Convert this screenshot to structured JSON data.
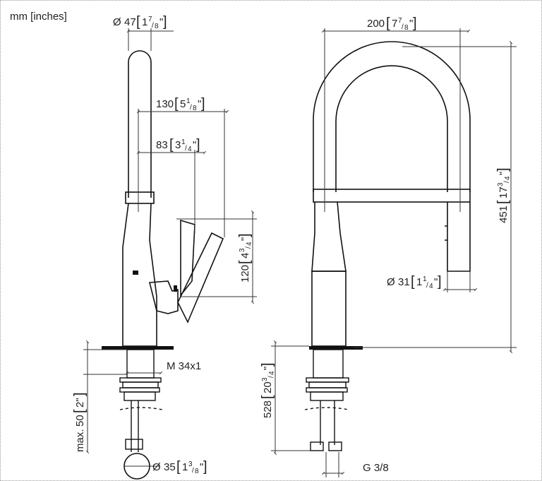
{
  "units_label": "mm [inches]",
  "dimensions": {
    "diameter_top": {
      "mm": "47",
      "in_whole": "1",
      "in_num": "7",
      "in_den": "8"
    },
    "reach_130": {
      "mm": "130",
      "in_whole": "5",
      "in_num": "1",
      "in_den": "8"
    },
    "reach_83": {
      "mm": "83",
      "in_whole": "3",
      "in_num": "1",
      "in_den": "4"
    },
    "lever_height": {
      "mm": "120",
      "in_whole": "4",
      "in_num": "3",
      "in_den": "4"
    },
    "thread": "M 34x1",
    "max_thickness": {
      "prefix": "max.",
      "mm": "50",
      "inches": "2\""
    },
    "hole_diameter": {
      "mm": "35",
      "in_whole": "1",
      "in_num": "3",
      "in_den": "8"
    },
    "width_200": {
      "mm": "200",
      "in_whole": "7",
      "in_num": "7",
      "in_den": "8"
    },
    "height_451": {
      "mm": "451",
      "in_whole": "17",
      "in_num": "3",
      "in_den": "4"
    },
    "spray_diameter": {
      "mm": "31",
      "in_whole": "1",
      "in_num": "1",
      "in_den": "4"
    },
    "total_528": {
      "mm": "528",
      "in_whole": "20",
      "in_num": "3",
      "in_den": "4"
    },
    "connection": "G 3/8"
  }
}
